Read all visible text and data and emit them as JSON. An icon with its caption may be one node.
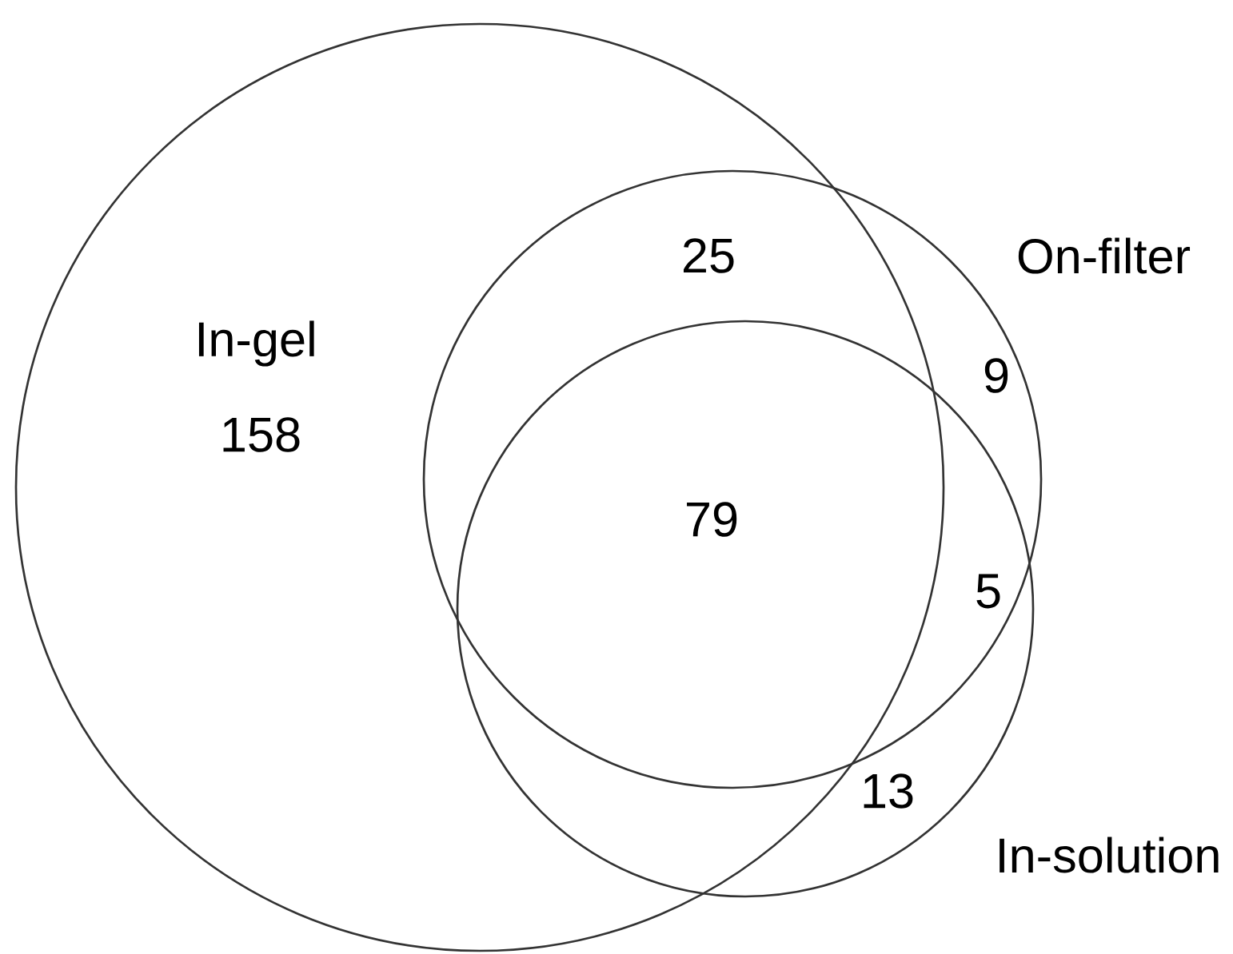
{
  "diagram": {
    "nodes": [
      {
        "text": [
          "In-gel"
        ]
      },
      {
        "text": [
          "On-filter"
        ]
      },
      {
        "text": [
          "In-solution"
        ]
      }
    ],
    "labels": [
      "25",
      "9",
      "158",
      "79",
      "5",
      "13"
    ]
  }
}
